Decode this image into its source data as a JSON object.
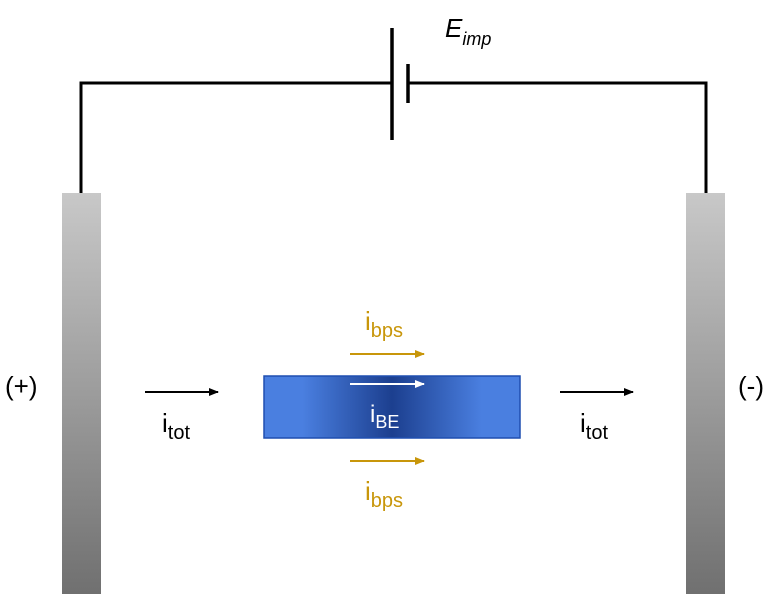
{
  "labels": {
    "emf_main": "E",
    "emf_sub": "imp",
    "anode": "(+)",
    "cathode": "(-)",
    "current_total_main": "i",
    "current_total_sub": "tot",
    "current_bipolar_main": "i",
    "current_bipolar_sub": "BE",
    "current_bypass_main": "i",
    "current_bypass_sub": "bps"
  },
  "colors": {
    "wire": "#000000",
    "bypass_current": "#c8960a",
    "bipolar_electrode_edge": "#1f4fb0",
    "bipolar_electrode_center": "#1c3f8f",
    "bipolar_electrode_side": "#4a7fe0",
    "electrode_top": "#c8c8c8",
    "electrode_bottom": "#707070"
  }
}
